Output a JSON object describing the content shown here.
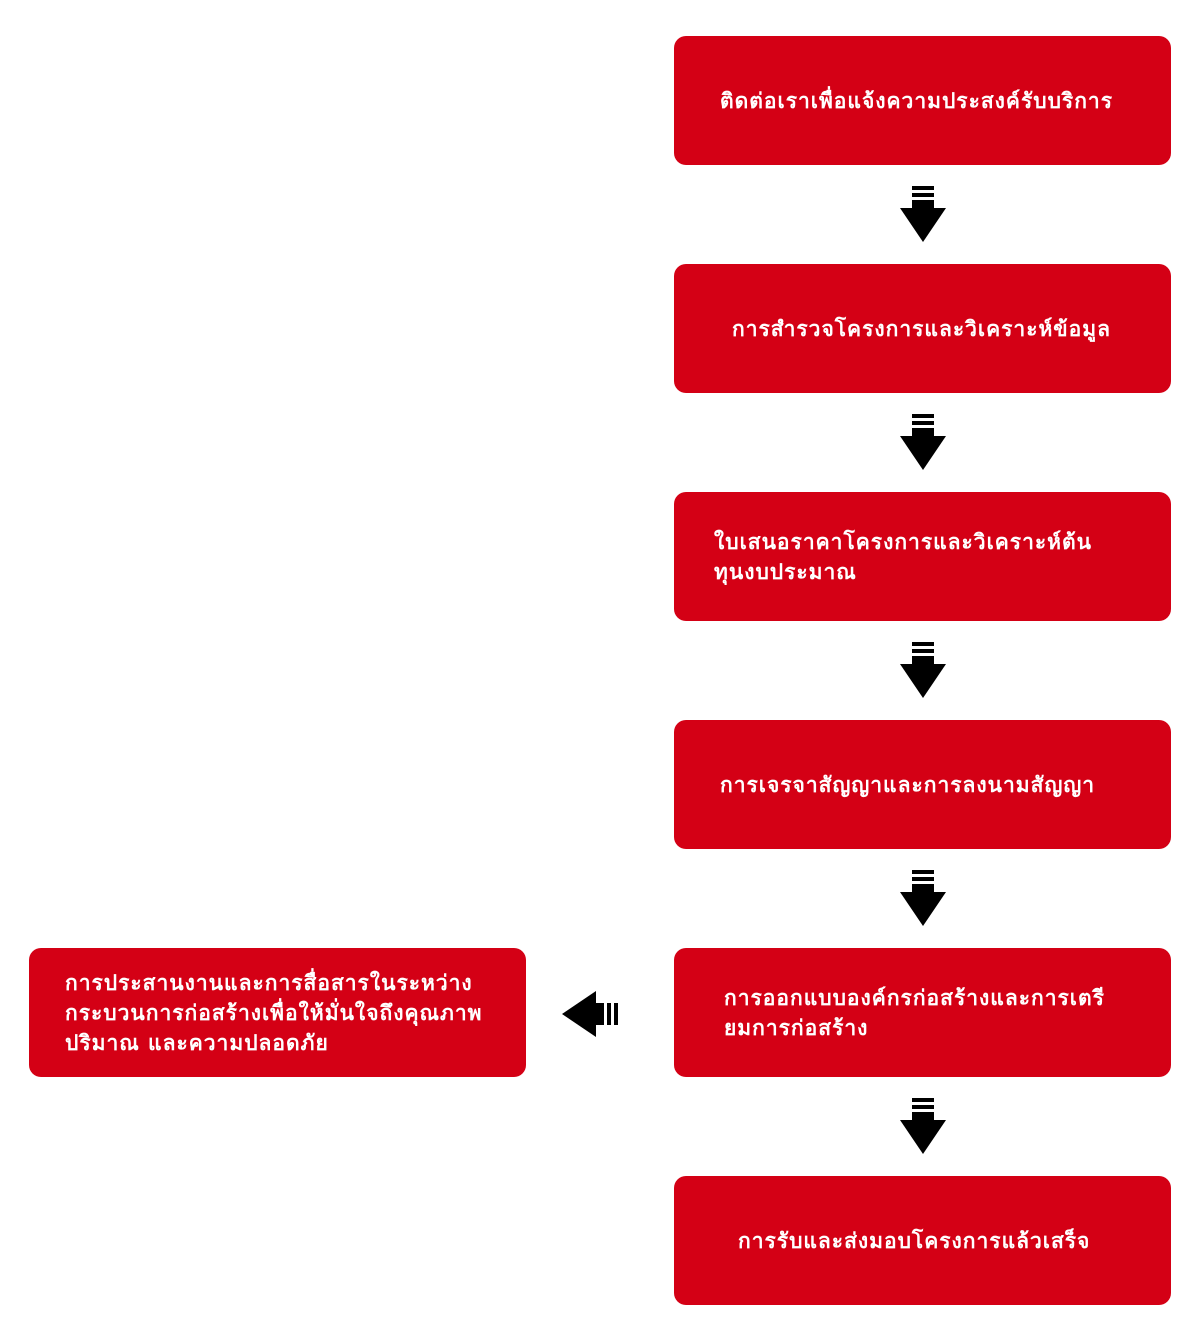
{
  "diagram": {
    "steps": [
      {
        "id": "step-1",
        "label": "ติดต่อเราเพื่อแจ้งความประสงค์รับบริการ"
      },
      {
        "id": "step-2",
        "label": "การสำรวจโครงการและวิเคราะห์ข้อมูล"
      },
      {
        "id": "step-3",
        "label": "ใบเสนอราคาโครงการและวิเคราะห์ต้นทุนงบประมาณ"
      },
      {
        "id": "step-4",
        "label": "การเจรจาสัญญาและการลงนามสัญญา"
      },
      {
        "id": "step-5",
        "label": "การออกแบบองค์กรก่อสร้างและการเตรียมการก่อสร้าง"
      },
      {
        "id": "step-6",
        "label": "การรับและส่งมอบโครงการแล้วเสร็จ"
      }
    ],
    "side_step": {
      "id": "side-step",
      "label": "การประสานงานและการสื่อสารในระหว่างกระบวนการก่อสร้างเพื่อให้มั่นใจถึงคุณภาพ ปริมาณ และความปลอดภัย"
    },
    "colors": {
      "box_fill": "#d40015",
      "box_text": "#ffffff",
      "arrow": "#000000"
    }
  }
}
